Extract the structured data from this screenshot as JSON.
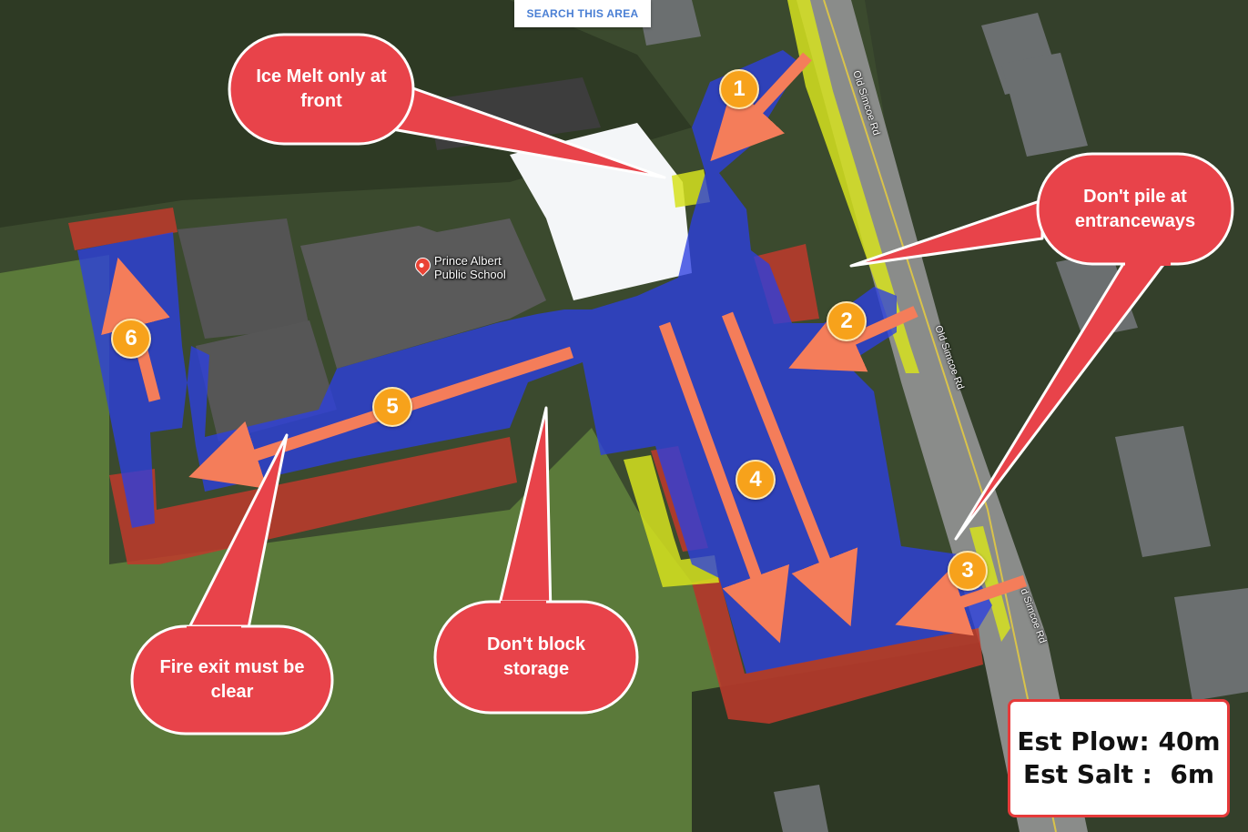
{
  "map": {
    "search_button": "SEARCH THIS AREA",
    "poi_name_line1": "Prince Albert",
    "poi_name_line2": "Public School",
    "road_name": "Old Simcoe Rd",
    "road_name_partial": "d Simcoe Rd"
  },
  "annotations": {
    "ice_melt": "Ice Melt only at front",
    "entranceways": "Don't pile at entranceways",
    "fire_exit": "Fire exit must be clear",
    "storage": "Don't block storage"
  },
  "steps": [
    "1",
    "2",
    "3",
    "4",
    "5",
    "6"
  ],
  "estimate": {
    "plow": "Est Plow: 40m",
    "salt": "Est Salt :  6m"
  },
  "colors": {
    "plow_zone": "#2b3fe0",
    "no_pile_zone": "#c0392b",
    "ice_melt_zone": "#d6e21f",
    "arrow": "#f47d5a",
    "badge": "#f7a21b",
    "bubble": "#e8434a"
  }
}
